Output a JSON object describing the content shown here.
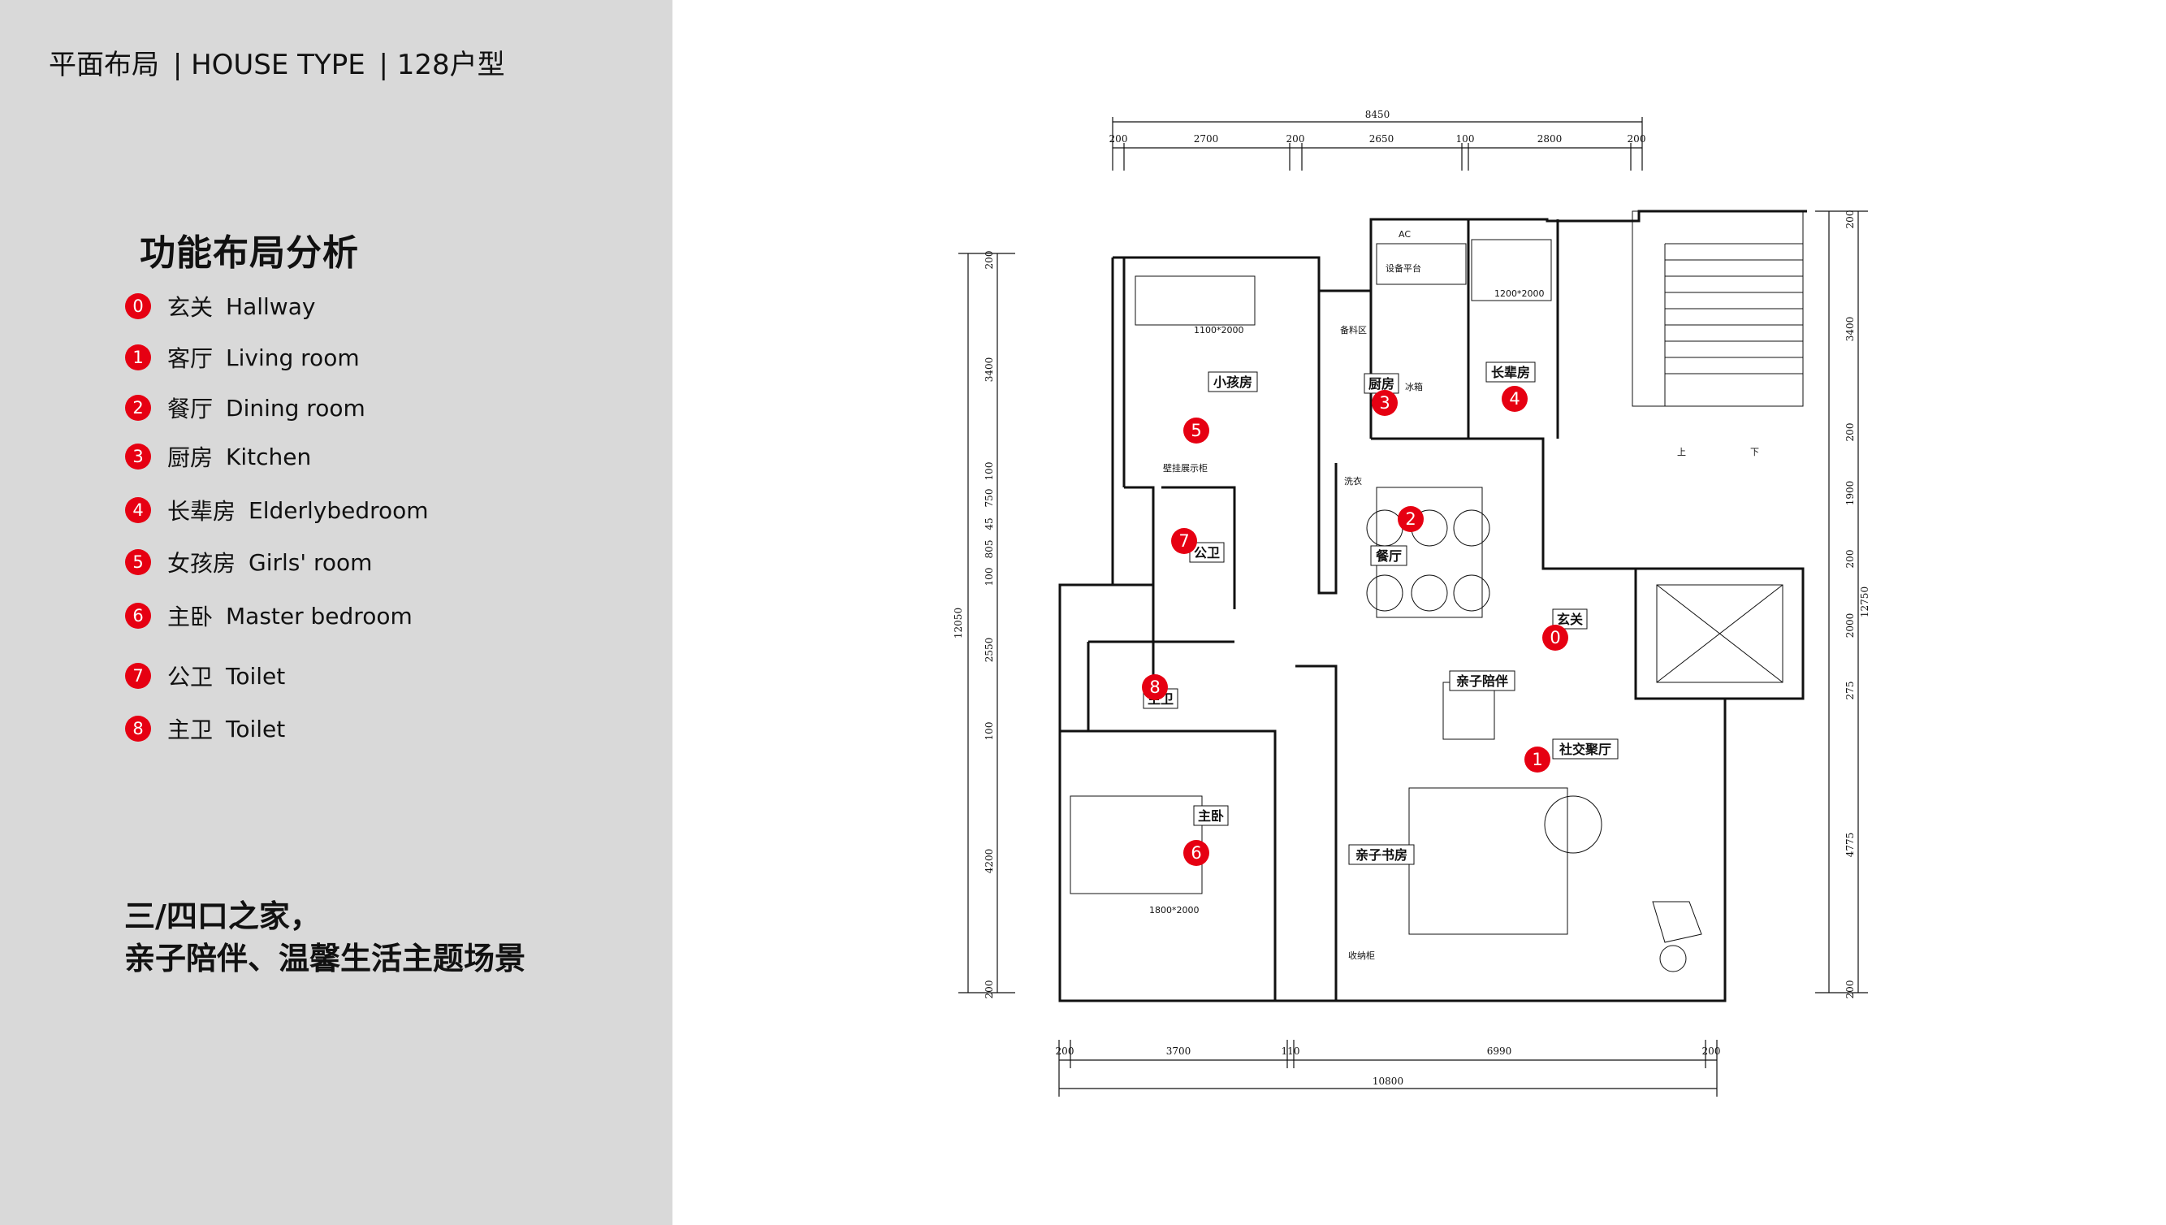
{
  "header": {
    "title_cn": "平面布局",
    "title_en": "| HOUSE TYPE",
    "unit_type": "| 128户型"
  },
  "section_title": "功能布局分析",
  "legend": [
    {
      "num": "0",
      "cn": "玄关",
      "en": "Hallway"
    },
    {
      "num": "1",
      "cn": "客厅",
      "en": "Living room"
    },
    {
      "num": "2",
      "cn": "餐厅",
      "en": "Dining room"
    },
    {
      "num": "3",
      "cn": "厨房",
      "en": "Kitchen"
    },
    {
      "num": "4",
      "cn": "长辈房",
      "en": "Elderlybedroom"
    },
    {
      "num": "5",
      "cn": "女孩房",
      "en": "Girls' room"
    },
    {
      "num": "6",
      "cn": "主卧",
      "en": "Master bedroom"
    },
    {
      "num": "7",
      "cn": "公卫",
      "en": "Toilet"
    },
    {
      "num": "8",
      "cn": "主卫",
      "en": "Toilet"
    }
  ],
  "slogan": {
    "line1": "三/四口之家，",
    "line2": "亲子陪伴、温馨生活主题场景"
  },
  "plan": {
    "top_total": "8450",
    "top_dims": [
      "200",
      "2700",
      "200",
      "2650",
      "100",
      "2800",
      "200"
    ],
    "bottom_total": "10800",
    "bottom_dims": [
      "200",
      "3700",
      "110",
      "6990",
      "200"
    ],
    "left_total": "12050",
    "left_dims": [
      "200",
      "3400",
      "100",
      "750",
      "45",
      "805",
      "100",
      "2550",
      "100",
      "4200",
      "200"
    ],
    "right_total": "12750",
    "right_dims": [
      "200",
      "3400",
      "200",
      "1900",
      "200",
      "2000",
      "275",
      "4775",
      "200"
    ],
    "rooms": {
      "small_kid": "小孩房",
      "kitchen": "厨房",
      "elder": "长辈房",
      "equipment": "设备平台",
      "dining": "餐厅",
      "hallway": "玄关",
      "public_wc": "公卫",
      "master_wc": "主卫",
      "parent_child": "亲子陪伴",
      "social": "社交聚厅",
      "master": "主卧",
      "study": "亲子书房"
    },
    "notes": {
      "up": "上",
      "down": "下",
      "bed_kid": "1100*2000",
      "bed_elder": "1200*2000",
      "bed_master": "1800*2000",
      "display": "壁挂展示柜",
      "laundry": "洗衣",
      "fridge": "冰箱",
      "ac": "AC",
      "storage": "备料区",
      "cabinet": "收纳柜"
    },
    "markers": [
      "0",
      "1",
      "2",
      "3",
      "4",
      "5",
      "6",
      "7",
      "8"
    ],
    "marker_color": "#e60012"
  }
}
